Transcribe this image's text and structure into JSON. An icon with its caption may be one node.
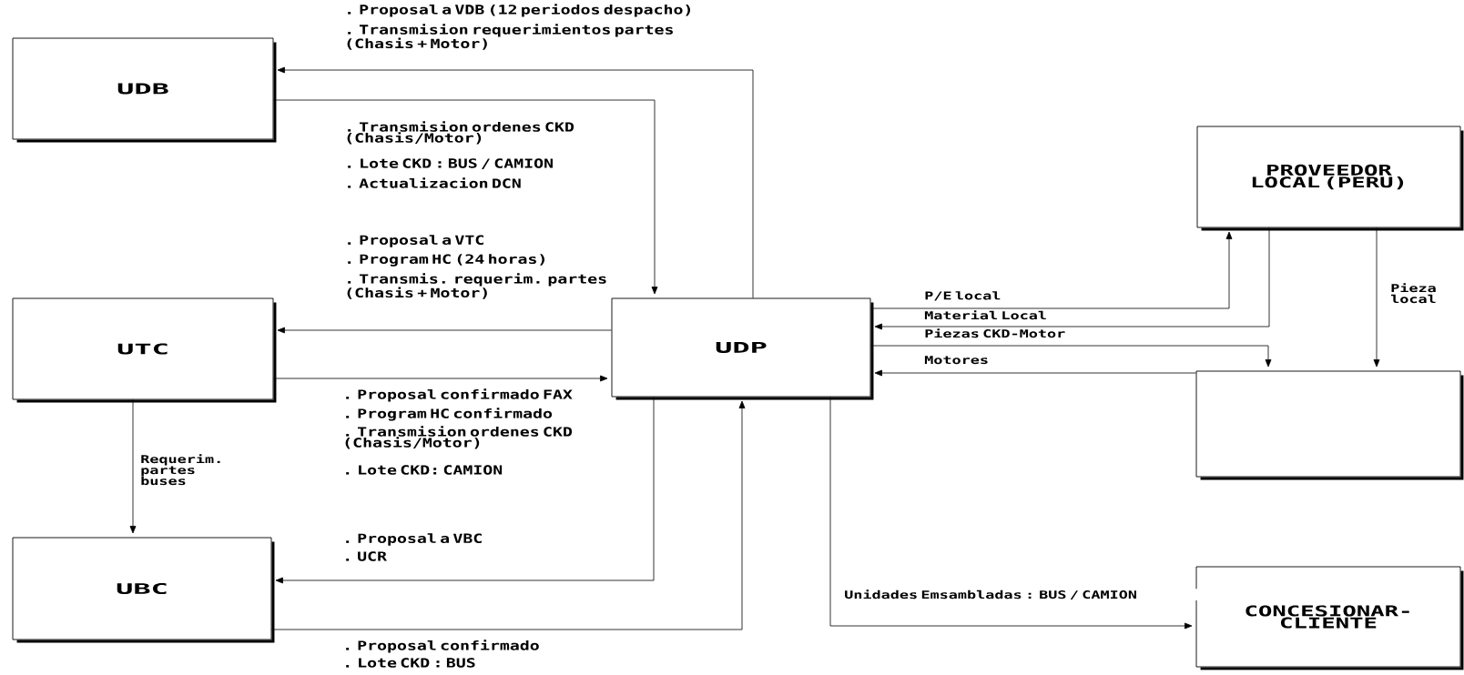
{
  "diagram": {
    "nodes": [
      {
        "text": [
          "UDB"
        ]
      },
      {
        "text": [
          "UTC"
        ]
      },
      {
        "text": [
          "UBC"
        ]
      },
      {
        "text": [
          "UDP"
        ]
      },
      {
        "text": [
          "PROVEEDOR LOCAL (PERU)"
        ]
      },
      {
        "text": [],
        "shape": "box"
      },
      {
        "text": [
          "CONCESIONAR- CLIENTE"
        ]
      }
    ],
    "edges": [
      {
        "from": 3,
        "to": 0,
        "arrow": "to"
      },
      {
        "from": 0,
        "to": 3,
        "arrow": "to"
      },
      {
        "from": 3,
        "to": 1,
        "arrow": "to"
      },
      {
        "from": 1,
        "to": 3,
        "arrow": "to"
      },
      {
        "from": 3,
        "to": 2,
        "arrow": "to"
      },
      {
        "from": 2,
        "to": 3,
        "arrow": "to"
      },
      {
        "from": 1,
        "to": 2,
        "arrow": "to",
        "label": "Requerim. partes buses"
      },
      {
        "from": 3,
        "to": 4,
        "arrow": "to",
        "label": "P/E local"
      },
      {
        "from": 4,
        "to": 3,
        "arrow": "to",
        "label": "Material Local"
      },
      {
        "from": 3,
        "to": 5,
        "arrow": "to",
        "label": "Piezas CKD-Motor"
      },
      {
        "from": 5,
        "to": 3,
        "arrow": "to",
        "label": "Motores"
      },
      {
        "from": 4,
        "to": 5,
        "arrow": "to",
        "label": "Pieza local"
      },
      {
        "from": 3,
        "to": 6,
        "arrow": "to",
        "label": "Unidades Emsambladas : BUS / CAMION"
      }
    ],
    "labels": [
      ". Proposal a VDB (12 periodos despacho)",
      ". Transmision requerimientos partes (Chasis + Motor)",
      ". Transmision ordenes CKD (Chasis/Motor)",
      ". Lote CKD : BUS / CAMION",
      ". Actualizacion DCN",
      ". Proposal a VTC",
      ". Program HC (24 horas)",
      ". Transmis. requerim. partes (Chasis + Motor)",
      ". Proposal confirmado FAX",
      ". Program HC confirmado",
      ". Transmision ordenes CKD (Chasis/Motor)",
      ". Lote CKD: CAMION",
      ". Proposal a VBC",
      ". UCR",
      ". Proposal confirmado",
      ". Lote CKD : BUS"
    ]
  }
}
